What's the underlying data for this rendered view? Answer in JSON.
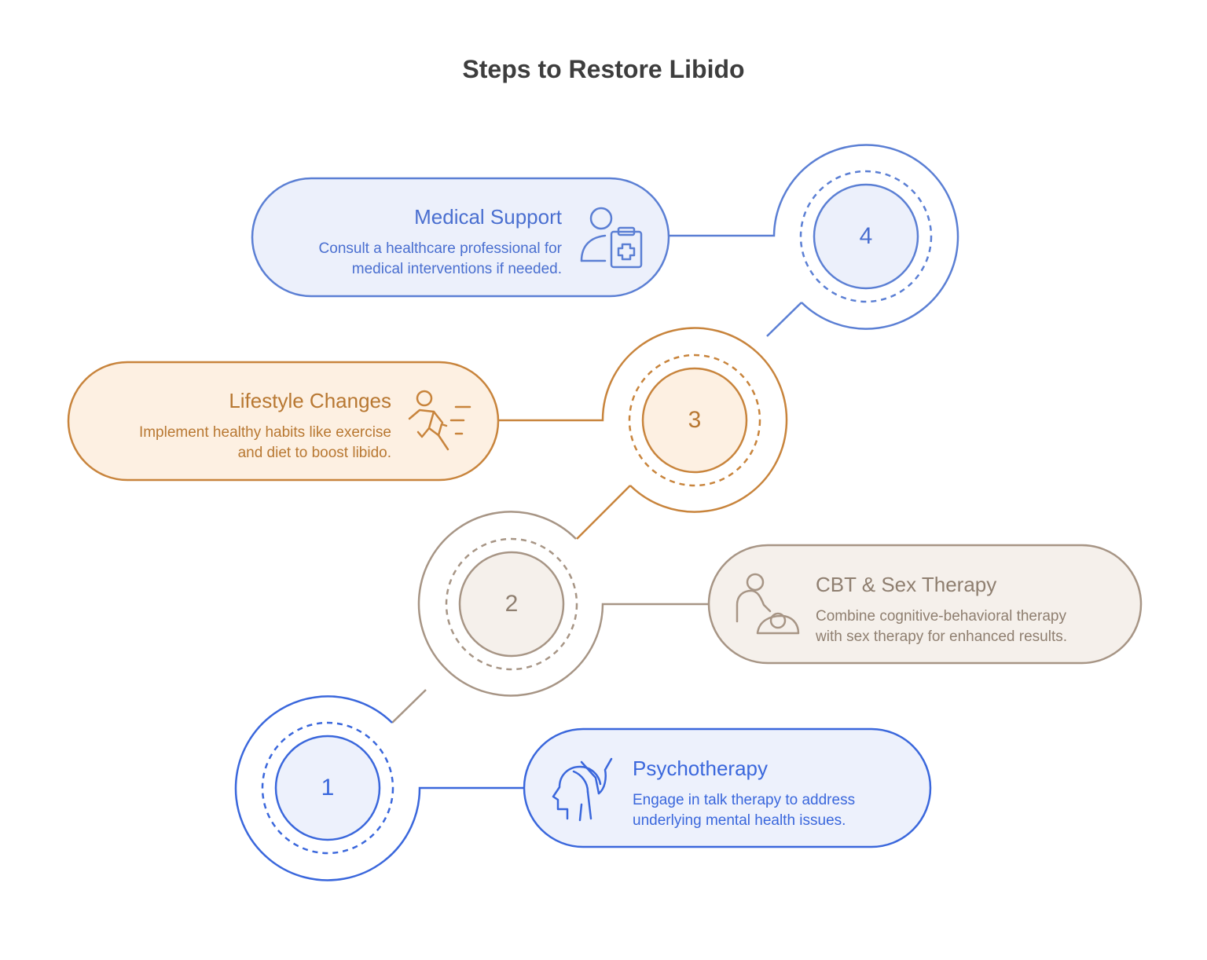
{
  "title": "Steps to Restore Libido",
  "colors": {
    "blue": "#4a6fd0",
    "blue_light": "#ecf0fb",
    "orange": "#c8843c",
    "orange_light": "#fdf0e2",
    "taupe": "#a79585",
    "taupe_light": "#f5f0eb",
    "bright_blue": "#3a67dc",
    "bright_blue_light": "#edf1fc"
  },
  "steps": [
    {
      "number": "1",
      "heading": "Psychotherapy",
      "description_line1": "Engage in talk therapy to address",
      "description_line2": "underlying mental health issues.",
      "icon": "head-hand-icon"
    },
    {
      "number": "2",
      "heading": "CBT & Sex Therapy",
      "description_line1": "Combine cognitive-behavioral therapy",
      "description_line2": "with sex therapy for enhanced results.",
      "icon": "therapist-patient-icon"
    },
    {
      "number": "3",
      "heading": "Lifestyle Changes",
      "description_line1": "Implement healthy habits like exercise",
      "description_line2": "and diet to boost libido.",
      "icon": "running-person-icon"
    },
    {
      "number": "4",
      "heading": "Medical Support",
      "description_line1": "Consult a healthcare professional for",
      "description_line2": "medical interventions if needed.",
      "icon": "doctor-clipboard-icon"
    }
  ]
}
